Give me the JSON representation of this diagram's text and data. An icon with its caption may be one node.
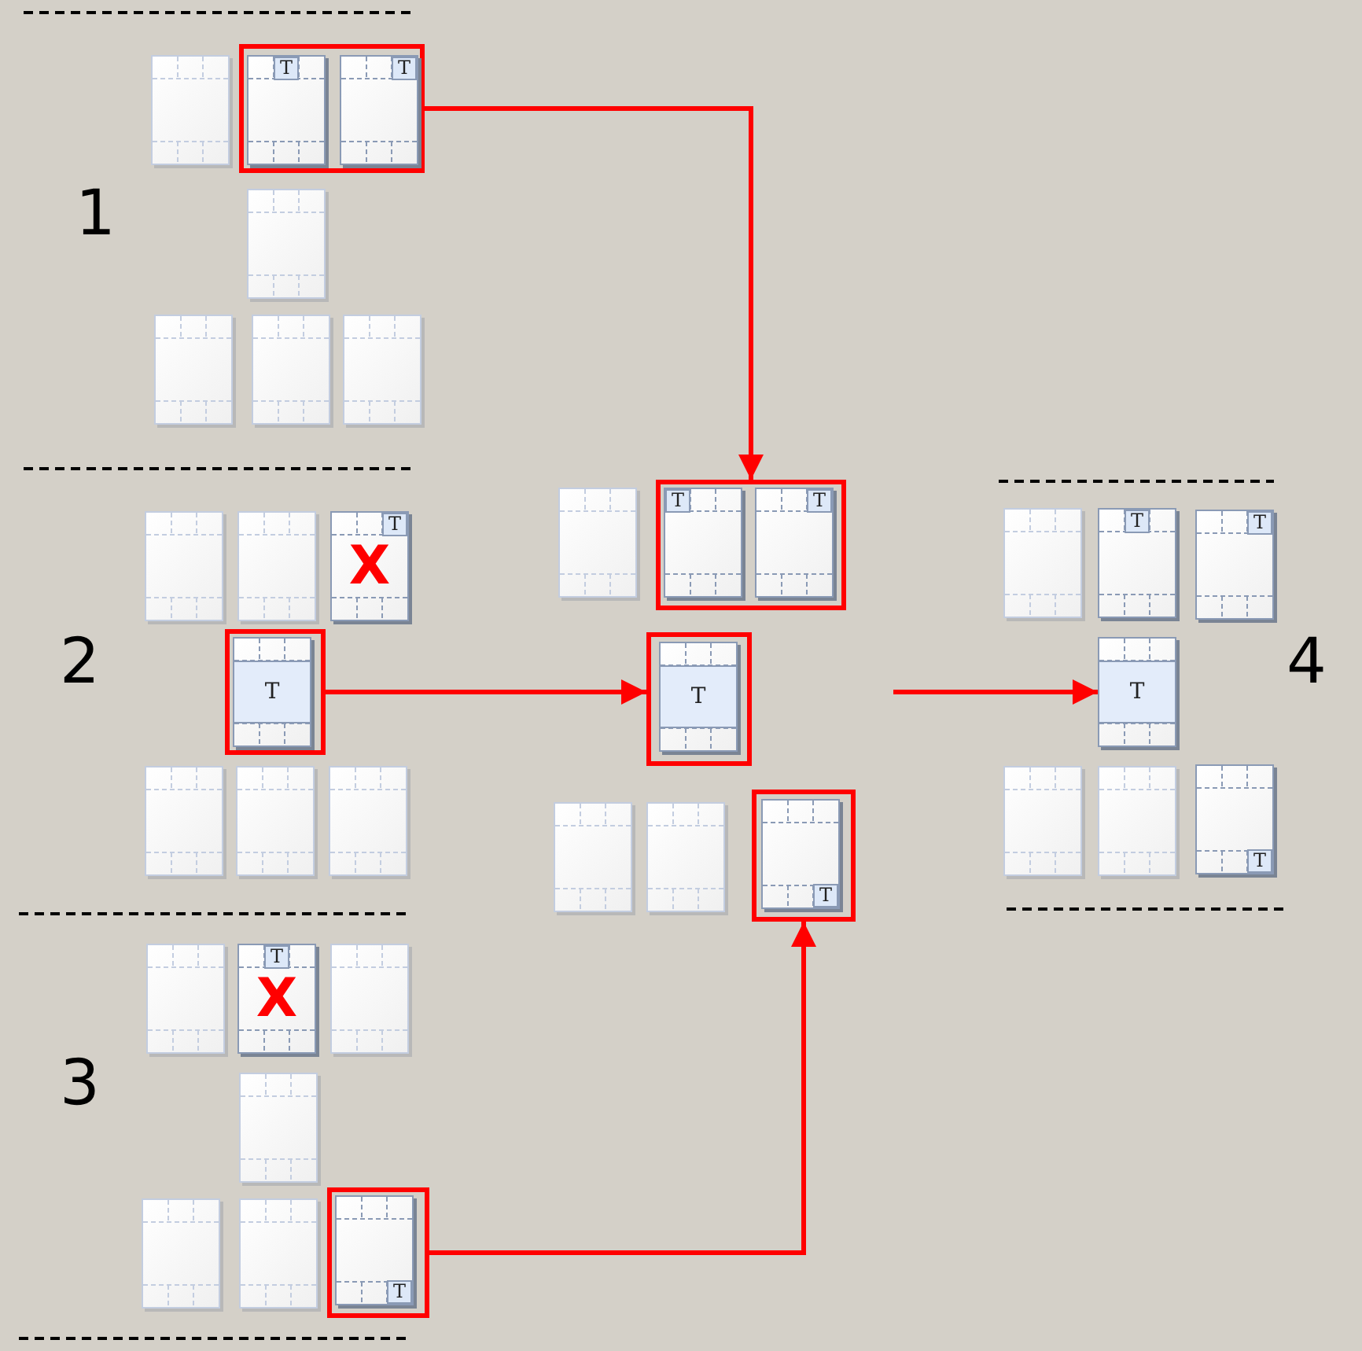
{
  "diagram": {
    "nodes": [
      {
        "text": [],
        "shape": "page"
      },
      {
        "text": [],
        "shape": "box"
      },
      {
        "text": [
          "T"
        ],
        "in": 1
      },
      {
        "text": [
          "T"
        ],
        "in": 1
      },
      {
        "text": [],
        "shape": "page"
      },
      {
        "text": [],
        "shape": "page"
      },
      {
        "text": [],
        "shape": "page"
      },
      {
        "text": [],
        "shape": "page"
      },
      {
        "text": [],
        "shape": "page"
      },
      {
        "text": [],
        "shape": "page"
      },
      {
        "text": [
          "T",
          "X"
        ]
      },
      {
        "text": [],
        "shape": "box"
      },
      {
        "text": [
          "T"
        ],
        "in": 11
      },
      {
        "text": [],
        "shape": "page"
      },
      {
        "text": [],
        "shape": "page"
      },
      {
        "text": [],
        "shape": "page"
      },
      {
        "text": [],
        "shape": "page"
      },
      {
        "text": [
          "T",
          "X"
        ]
      },
      {
        "text": [],
        "shape": "page"
      },
      {
        "text": [],
        "shape": "page"
      },
      {
        "text": [],
        "shape": "page"
      },
      {
        "text": [],
        "shape": "page"
      },
      {
        "text": [],
        "shape": "box"
      },
      {
        "text": [
          "T"
        ],
        "in": 22
      },
      {
        "text": [],
        "shape": "page"
      },
      {
        "text": [],
        "shape": "box"
      },
      {
        "text": [
          "T"
        ],
        "in": 25
      },
      {
        "text": [
          "T"
        ],
        "in": 25
      },
      {
        "text": [],
        "shape": "box"
      },
      {
        "text": [
          "T"
        ],
        "in": 28
      },
      {
        "text": [],
        "shape": "page"
      },
      {
        "text": [],
        "shape": "page"
      },
      {
        "text": [],
        "shape": "box"
      },
      {
        "text": [
          "T"
        ],
        "in": 32
      },
      {
        "text": [],
        "shape": "page"
      },
      {
        "text": [
          "T"
        ]
      },
      {
        "text": [
          "T"
        ]
      },
      {
        "text": [
          "T"
        ]
      },
      {
        "text": [],
        "shape": "page"
      },
      {
        "text": [],
        "shape": "page"
      },
      {
        "text": [
          "T"
        ]
      }
    ],
    "edges": [
      {
        "from": 1,
        "to": 25,
        "arrow": "to"
      },
      {
        "from": 11,
        "to": 28,
        "arrow": "to"
      },
      {
        "from": 22,
        "to": 32,
        "arrow": "to"
      },
      {
        "from": null,
        "to": 37,
        "arrow": "to"
      }
    ],
    "labels": [
      "1",
      "2",
      "3",
      "4"
    ]
  }
}
